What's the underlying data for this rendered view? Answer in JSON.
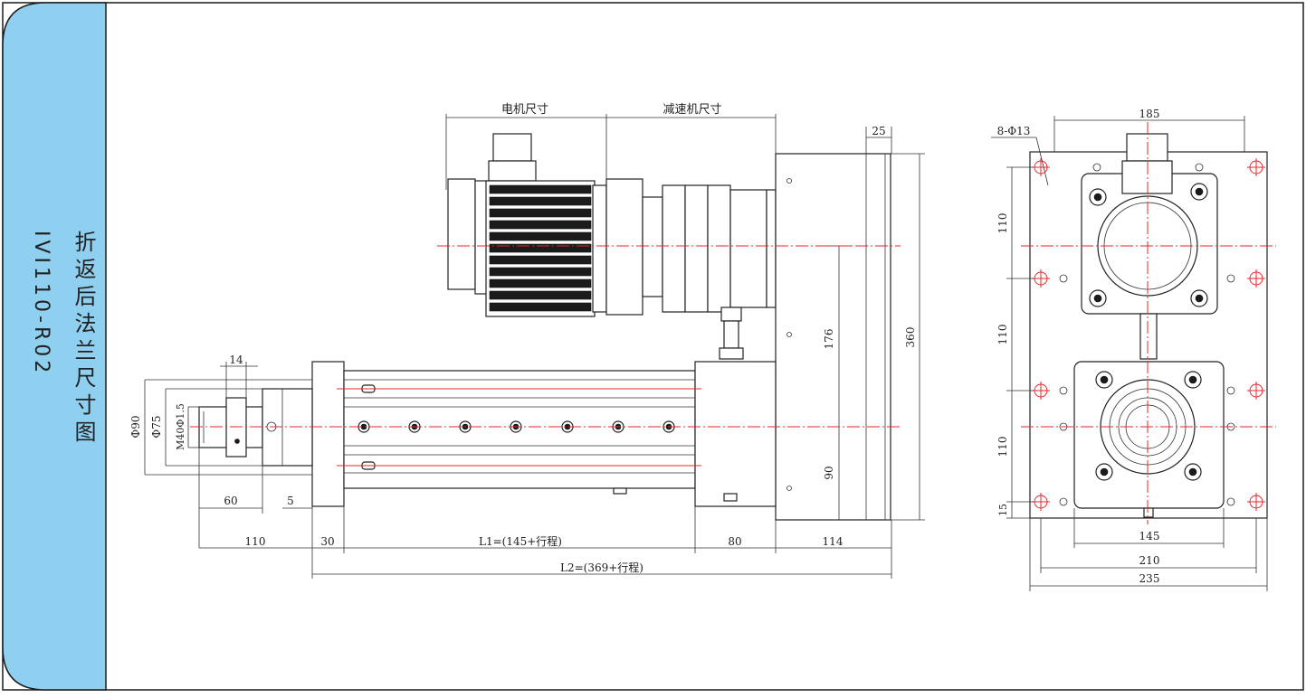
{
  "sidebar": {
    "title": "折返后法兰尺寸图",
    "model": "IVI110-R02",
    "fill_color": "#8fd0f0",
    "border_color": "#1a1a1a"
  },
  "side_view": {
    "motor_label": "电机尺寸",
    "reducer_label": "减速机尺寸",
    "dim_25": "25",
    "dim_360": "360",
    "dim_176": "176",
    "dim_90": "90",
    "dim_14": "14",
    "dim_phi90": "Φ90",
    "dim_phi75": "Φ75",
    "dim_thread": "M40Φ1.5",
    "dim_60": "60",
    "dim_5": "5",
    "dim_110": "110",
    "dim_30": "30",
    "dim_L1": "L1=(145+行程)",
    "dim_80": "80",
    "dim_114": "114",
    "dim_L2": "L2=(369+行程)"
  },
  "end_view": {
    "dim_185": "185",
    "holes": "8-Φ13",
    "dim_110_a": "110",
    "dim_110_b": "110",
    "dim_110_c": "110",
    "dim_15": "15",
    "dim_145": "145",
    "dim_210": "210",
    "dim_235": "235"
  },
  "colors": {
    "centerline": "#e8262a",
    "line": "#222222"
  }
}
